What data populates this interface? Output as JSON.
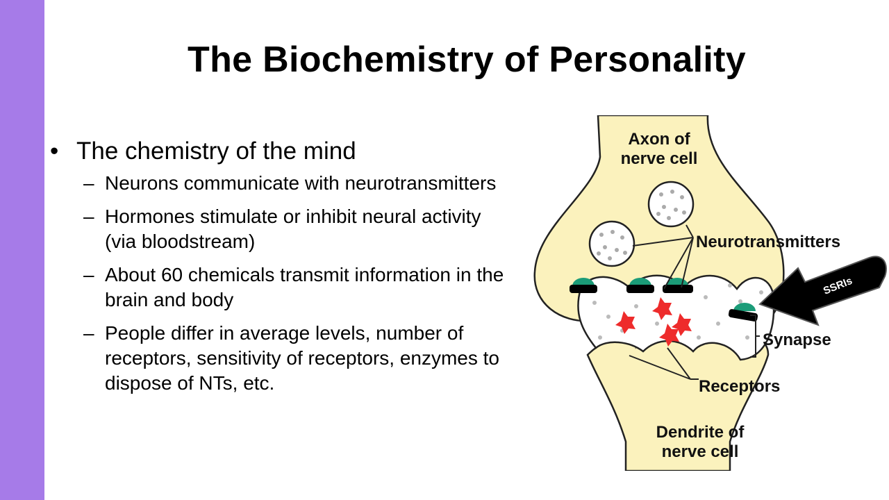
{
  "colors": {
    "accent_bar": "#a67be8",
    "cell_fill": "#fbf2bd",
    "neurotransmitter_red": "#ee2b2b",
    "receptor_teal": "#1b9c78",
    "ssri_arrow": "#000000"
  },
  "slide": {
    "title": "The Biochemistry of Personality",
    "bullets": [
      {
        "text": "The chemistry of the mind",
        "sub": [
          "Neurons communicate with neurotransmitters",
          "Hormones stimulate or inhibit neural activity (via bloodstream)",
          "About 60 chemicals transmit information in the brain and body",
          "People differ in average levels, number of receptors, sensitivity of receptors, enzymes to dispose of NTs, etc."
        ]
      }
    ],
    "bullet_glyph": "•",
    "sub_bullet_glyph": "–"
  },
  "diagram": {
    "labels": {
      "axon_line1": "Axon of",
      "axon_line2": "nerve cell",
      "neurotransmitters": "Neurotransmitters",
      "synapse": "Synapse",
      "receptors": "Receptors",
      "dendrite_line1": "Dendrite of",
      "dendrite_line2": "nerve cell"
    },
    "ssri_label": "SSRIs"
  }
}
